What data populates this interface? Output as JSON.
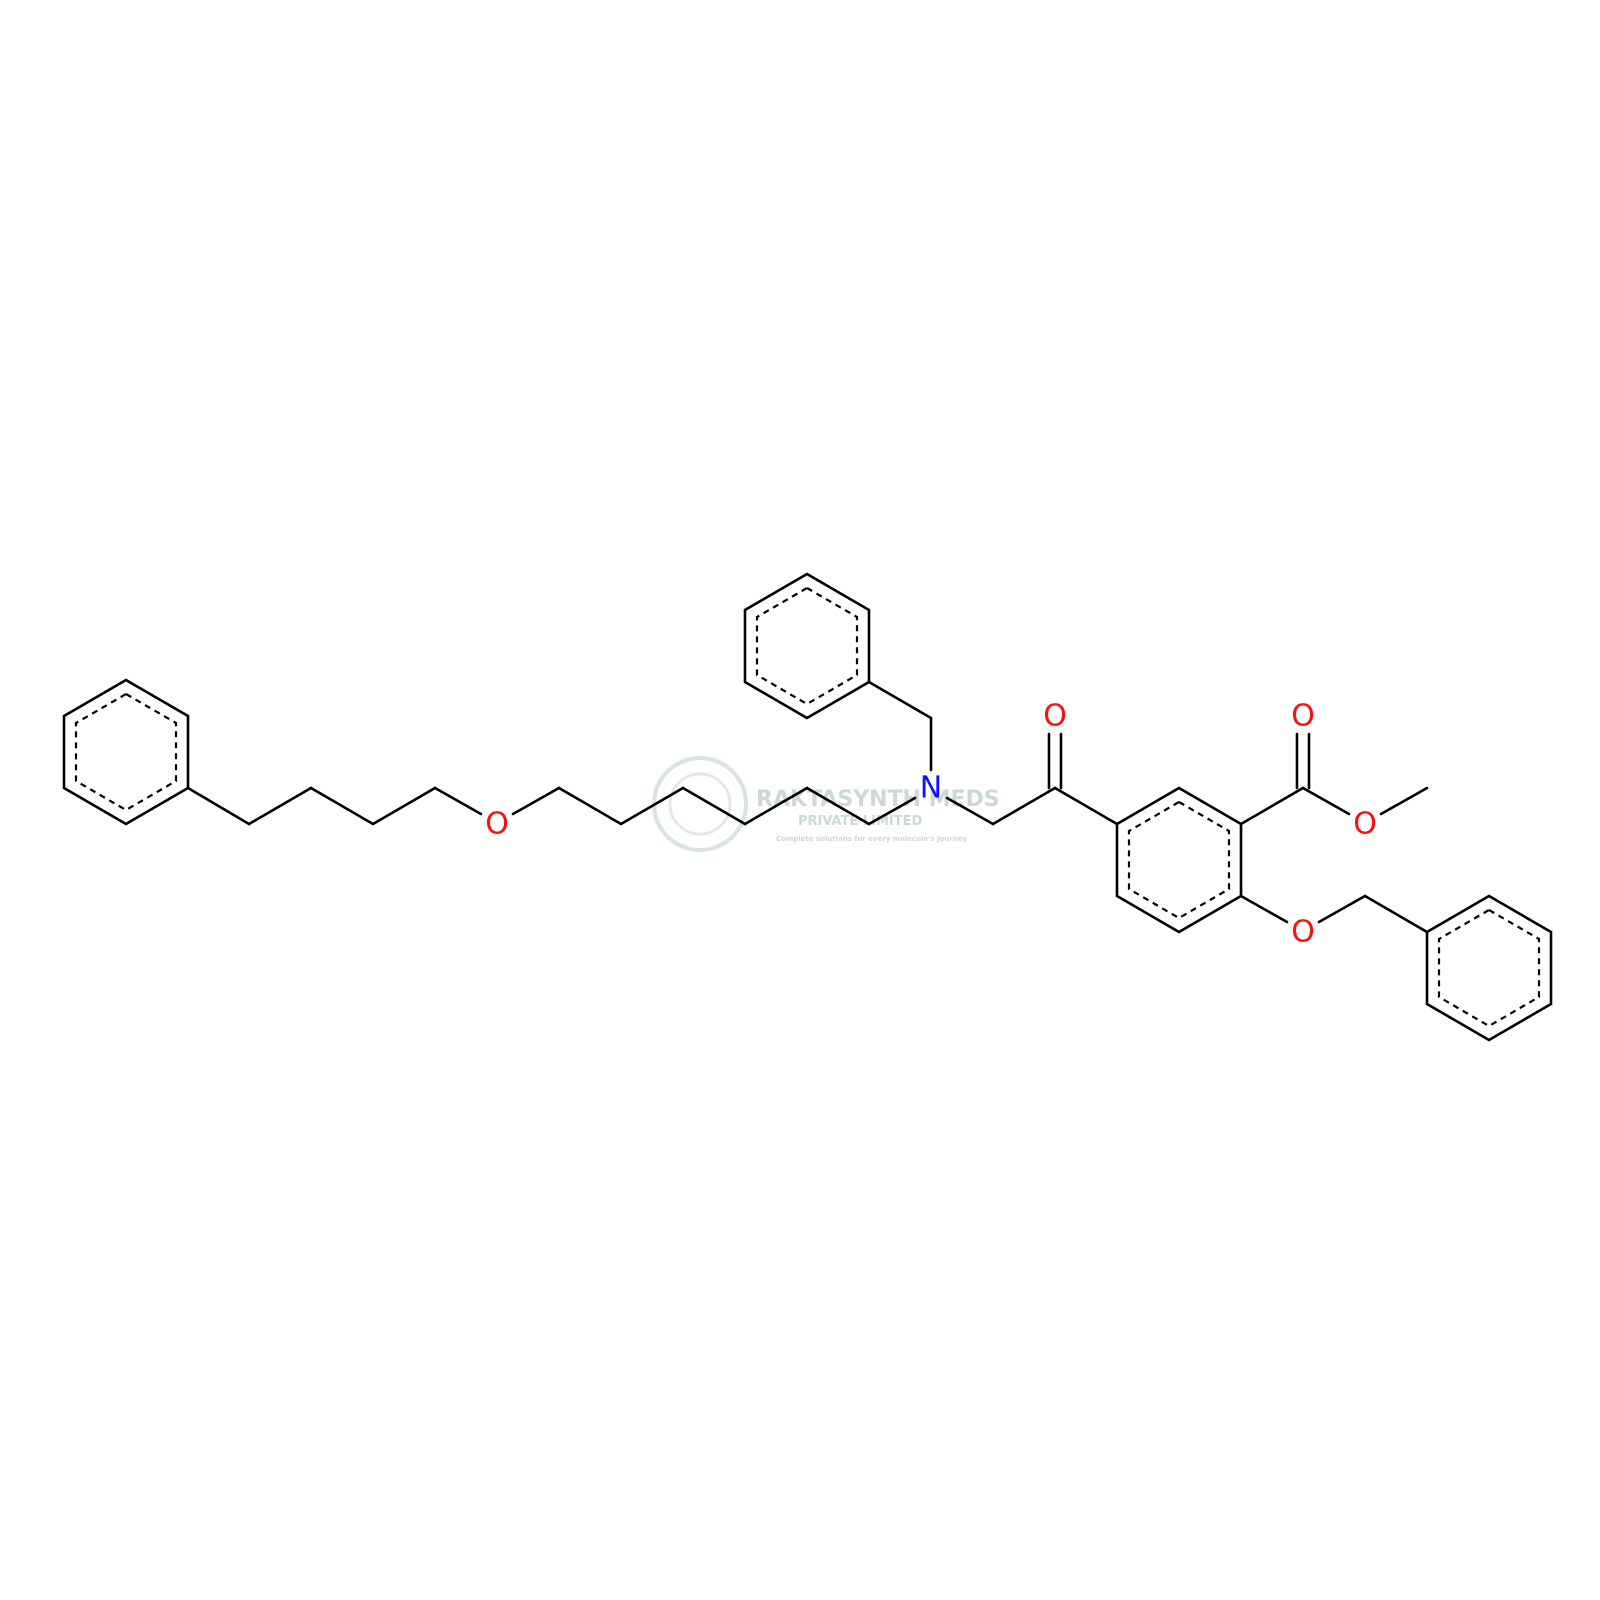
{
  "colors": {
    "bond": "#000000",
    "oxygen": "#ff0d0d",
    "nitrogen": "#1010ff",
    "watermark": "#c5d3ce",
    "background": "#ffffff"
  },
  "atoms": {
    "o_ether_chain": "O",
    "n_amine": "N",
    "o_ketone": "O",
    "o_ester_carbonyl": "O",
    "o_ester_methoxy": "O",
    "o_benzyloxy": "O"
  },
  "watermark": {
    "company": "RAKTASYNTH MEDS",
    "subtitle": "PRIVATE LIMITED",
    "tagline": "Complete solutions for every molecule's journey"
  }
}
